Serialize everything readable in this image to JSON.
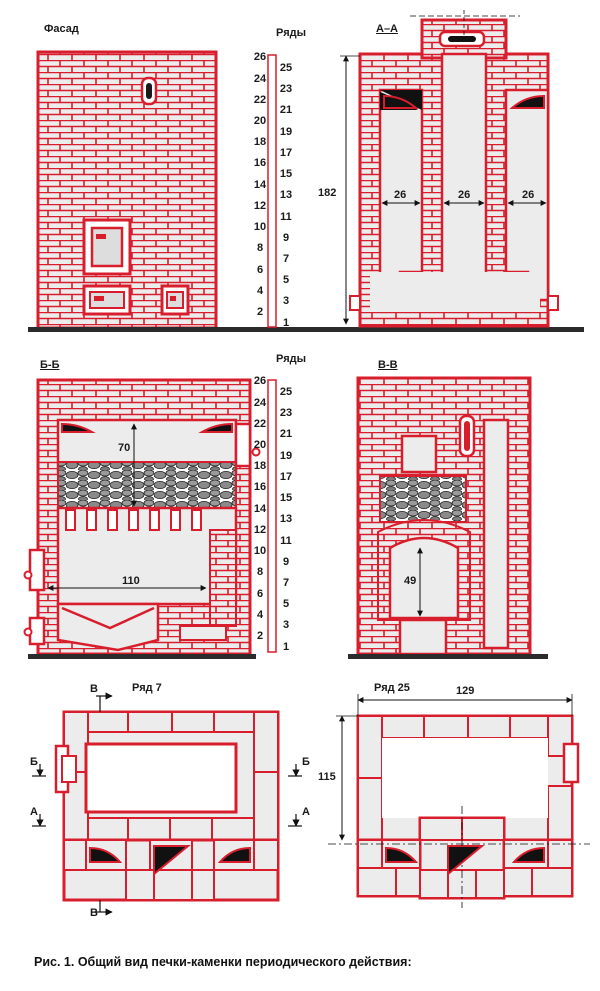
{
  "views": {
    "facade": {
      "title": "Фасад"
    },
    "aa": {
      "title": "А–А"
    },
    "bb": {
      "title": "Б-Б"
    },
    "vv": {
      "title": "В-В"
    },
    "plan7": {
      "title": "Ряд 7"
    },
    "plan25": {
      "title": "Ряд 25"
    }
  },
  "rows": {
    "title": "Ряды",
    "labels": [
      "1",
      "2",
      "3",
      "4",
      "5",
      "6",
      "7",
      "8",
      "9",
      "10",
      "11",
      "12",
      "13",
      "14",
      "15",
      "16",
      "17",
      "18",
      "19",
      "20",
      "21",
      "22",
      "23",
      "24",
      "25",
      "26"
    ]
  },
  "dimensions": {
    "height_total": "182",
    "gap_1": "26",
    "gap_2": "26",
    "gap_3": "26",
    "bb_heater_height": "70",
    "bb_firebox_width": "110",
    "vv_arch_height": "49",
    "plan25_width": "129",
    "plan25_depth": "115"
  },
  "section_marks": {
    "b": "Б",
    "a": "А",
    "v": "В"
  },
  "caption": "Рис. 1. Общий вид печки-каменки периодического действия:",
  "colors": {
    "brick_outline": "#d81e2c",
    "brick_fill": "#ececec",
    "stone_fill": "#8a8a8a",
    "floor": "#2b2b2b"
  }
}
